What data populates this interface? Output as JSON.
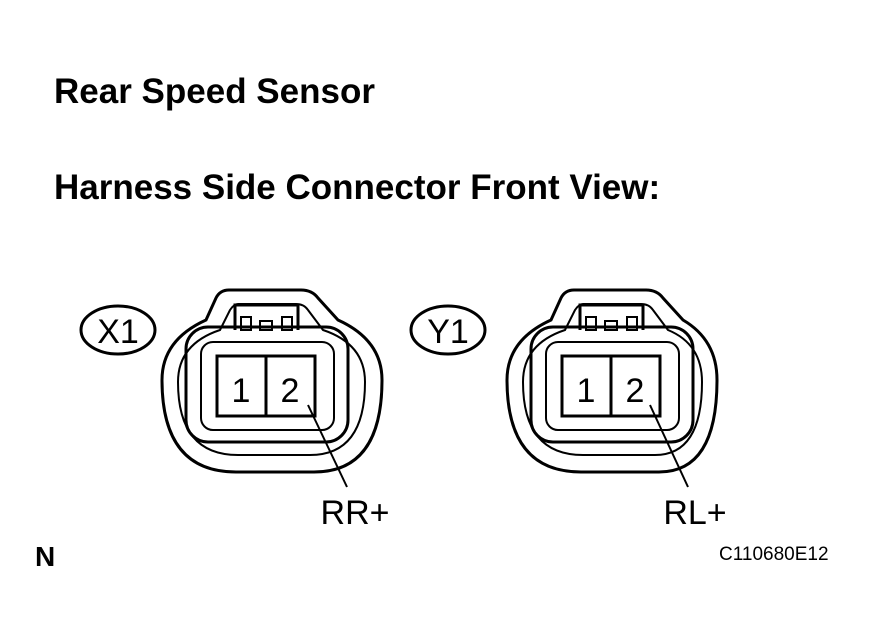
{
  "title": "Rear Speed Sensor",
  "subtitle": "Harness Side Connector Front View:",
  "connectors": [
    {
      "id": "X1",
      "pins": [
        "1",
        "2"
      ],
      "signal": "RR+"
    },
    {
      "id": "Y1",
      "pins": [
        "1",
        "2"
      ],
      "signal": "RL+"
    }
  ],
  "corner_mark": "N",
  "figure_code": "C110680E12"
}
